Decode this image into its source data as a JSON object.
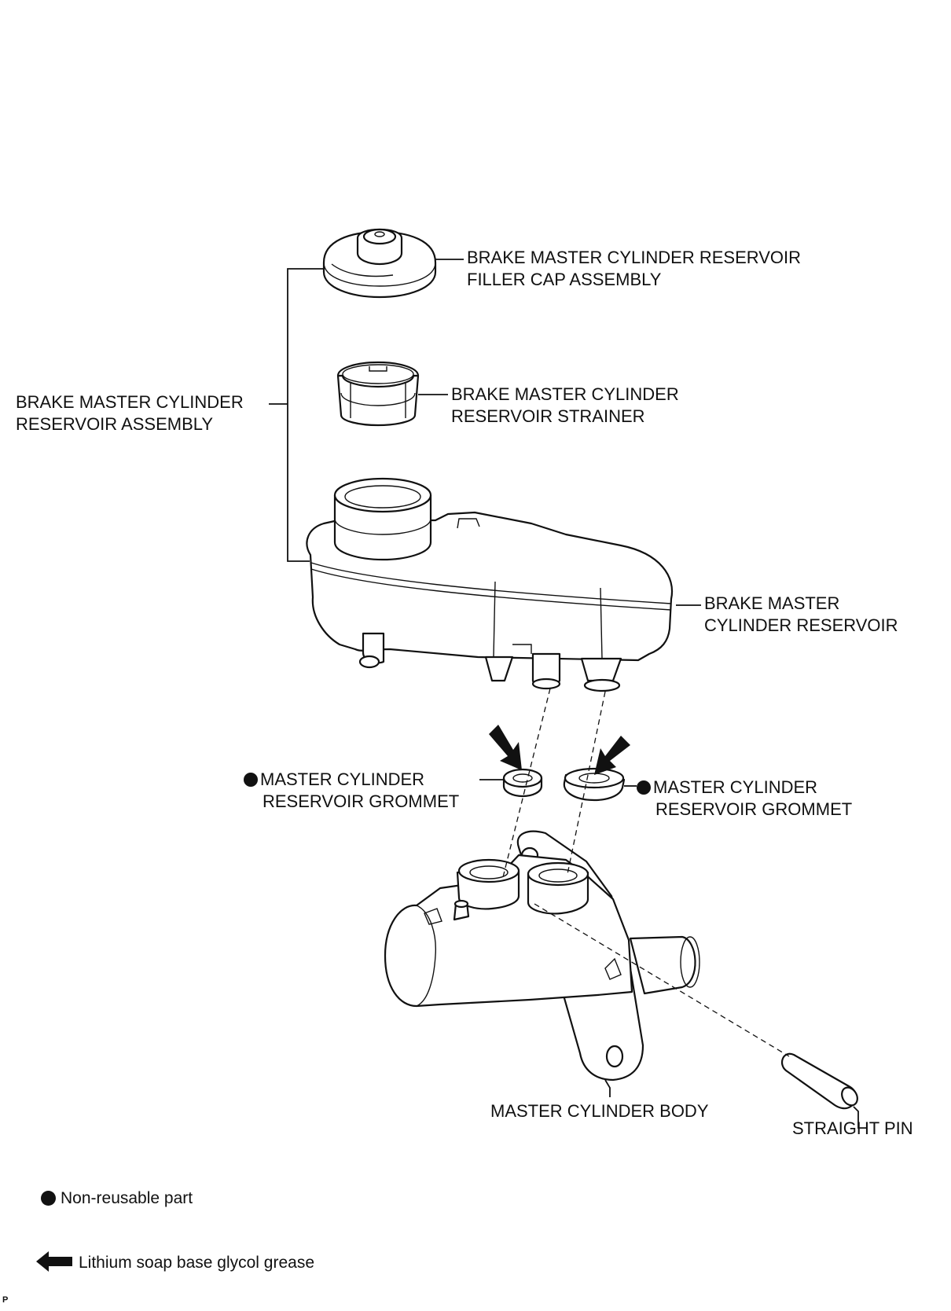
{
  "labels": {
    "filler_cap_line1": "BRAKE MASTER CYLINDER RESERVOIR",
    "filler_cap_line2": "FILLER CAP ASSEMBLY",
    "reservoir_assembly_line1": "BRAKE MASTER CYLINDER",
    "reservoir_assembly_line2": "RESERVOIR ASSEMBLY",
    "strainer_line1": "BRAKE MASTER CYLINDER",
    "strainer_line2": "RESERVOIR STRAINER",
    "reservoir_line1": "BRAKE MASTER",
    "reservoir_line2": "CYLINDER RESERVOIR",
    "grommet_left_line1": "MASTER CYLINDER",
    "grommet_left_line2": "RESERVOIR GROMMET",
    "grommet_right_line1": "MASTER CYLINDER",
    "grommet_right_line2": "RESERVOIR GROMMET",
    "cylinder_body": "MASTER CYLINDER BODY",
    "straight_pin": "STRAIGHT PIN"
  },
  "legend": {
    "non_reusable": "Non-reusable part",
    "grease": "Lithium soap base glycol grease"
  },
  "corner_mark": "P",
  "icons": {
    "non_reusable": "filled-circle-icon",
    "grease": "left-arrow-icon"
  }
}
